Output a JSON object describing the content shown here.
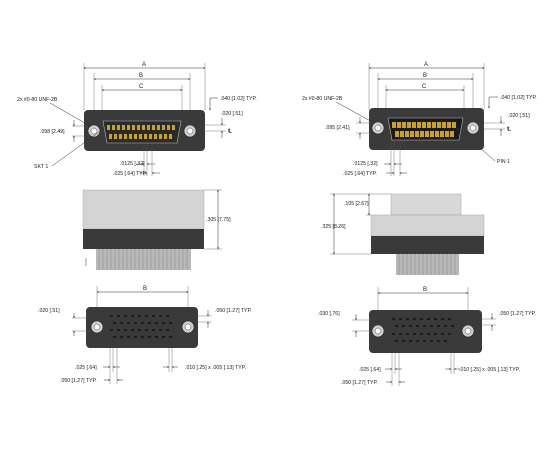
{
  "left": {
    "top": {
      "dim_A": "A",
      "dim_B": "B",
      "dim_C": "C",
      "thread": "2x  #0-80  UNF-2B",
      "height_098": ".098 [2.49]",
      "offset_040": ".040 [1.02] TYP.",
      "offset_020": ".020 [.51]",
      "cl": "℄",
      "skt": "SKT 1",
      "pin_w": ".0125 [.32]",
      "pitch": ".025 [.64] TYP."
    },
    "side": {
      "height": ".305 [7.75]"
    },
    "bottom": {
      "dim_B": "B",
      "offset_020": ".020 [.51]",
      "pitch_050": ".050 [1.27] TYP.",
      "pitch_025": ".025 [.64]",
      "size": ".010 [.25]  x  .005 [.13] TYP.",
      "pitch_050b": ".050 [1.27] TYP."
    }
  },
  "right": {
    "top": {
      "dim_A": "A",
      "dim_B": "B",
      "dim_C": "C",
      "thread": "2x  #0-80  UNF-2B",
      "height_095": ".095 [2.41]",
      "offset_040": ".040 [1.02] TYP.",
      "offset_020": ".020 [.51]",
      "cl": "℄",
      "pin": "PIN 1",
      "pin_w": ".0125 [.32]",
      "pitch": ".025 [.64] TYP."
    },
    "side": {
      "height_105": ".105 [2.67]",
      "height_325": ".325 [8.26]"
    },
    "bottom": {
      "dim_B": "B",
      "offset_030": ".030 [.76]",
      "pitch_050": ".050 [1.27] TYP.",
      "pitch_025": ".025 [.64]",
      "size": ".010 [.25]  x  .005 [.13] TYP.",
      "pitch_050b": ".050 [1.27] TYP."
    }
  },
  "colors": {
    "body_dark": "#3a3a3a",
    "shell_light": "#d4d4d4",
    "contact": "#c9a227",
    "pins": "#b8b8b8"
  }
}
